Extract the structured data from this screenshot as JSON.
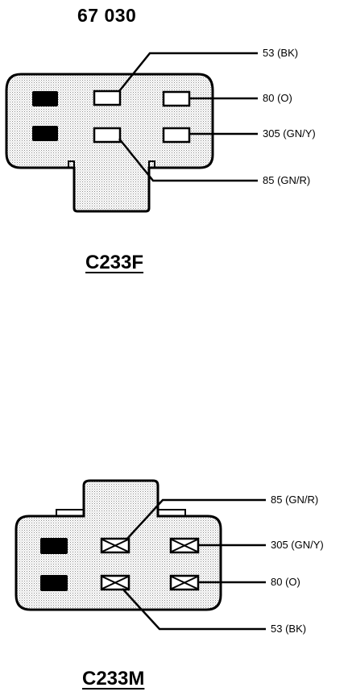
{
  "part_number": "67 030",
  "female": {
    "title": "C233F",
    "wires": {
      "top": "53 (BK)",
      "upper_right": "80 (O)",
      "lower_right": "305 (GN/Y)",
      "bottom": "85 (GN/R)"
    }
  },
  "male": {
    "title": "C233M",
    "wires": {
      "top": "85 (GN/R)",
      "upper_right": "305 (GN/Y)",
      "lower_right": "80 (O)",
      "bottom": "53 (BK)"
    }
  },
  "colors": {
    "ink": "#000000",
    "shell_fill": "#d9d9d9",
    "background": "#ffffff"
  }
}
